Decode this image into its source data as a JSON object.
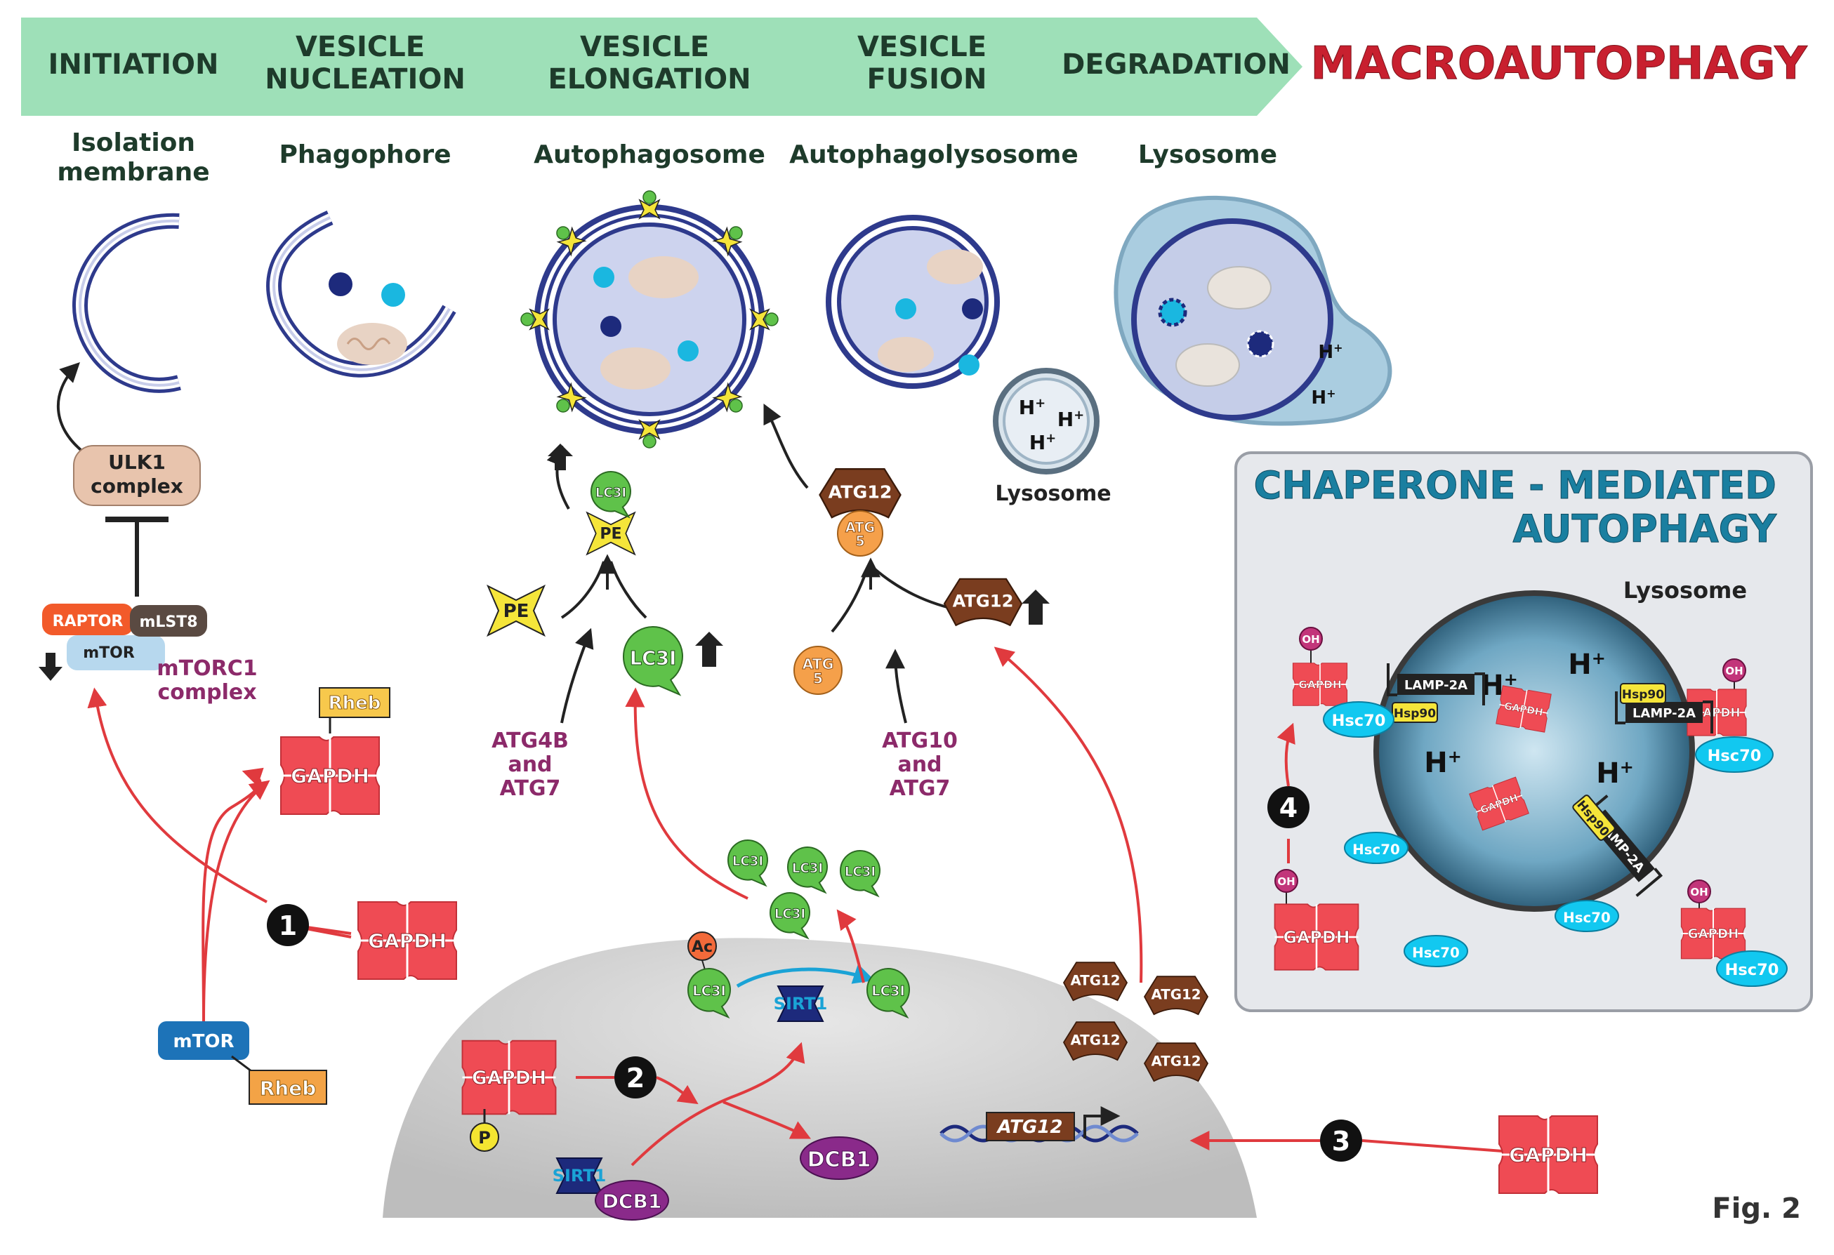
{
  "banner": {
    "stages": [
      "INITIATION",
      "VESICLE\nNUCLEATION",
      "VESICLE\nELONGATION",
      "VESICLE\nFUSION",
      "DEGRADATION"
    ],
    "title": "MACROAUTOPHAGY",
    "color": "#9ee0b8",
    "title_color": "#c8202f"
  },
  "structures": {
    "isolation": "Isolation\nmembrane",
    "phagophore": "Phagophore",
    "autophagosome": "Autophagosome",
    "autophagolysosome": "Autophagolysosome",
    "lysosome": "Lysosome",
    "small_lysosome": "Lysosome",
    "proton": "H"
  },
  "mtor_pathway": {
    "ulk1": "ULK1\ncomplex",
    "raptor": "RAPTOR",
    "mlst8": "mLST8",
    "mtor": "mTOR",
    "mtorc1": "mTORC1\ncomplex",
    "rheb": "Rheb",
    "gapdh": "GAPDH",
    "free_mtor": "mTOR",
    "free_rheb": "Rheb"
  },
  "elongation": {
    "pe": "PE",
    "lc3i": "LC3I",
    "atg4b_atg7": "ATG4B\nand\nATG7",
    "atg12": "ATG12",
    "atg5": "ATG5",
    "atg10_atg7": "ATG10\nand\nATG7"
  },
  "nucleus": {
    "gapdh": "GAPDH",
    "p": "P",
    "ac": "Ac",
    "sirt1": "SIRT1",
    "dcb1": "DCB1",
    "atg12_gene": "ATG12",
    "lc3i": "LC3I",
    "atg12": "ATG12",
    "gapdh_right": "GAPDH"
  },
  "steps": [
    "1",
    "2",
    "3",
    "4"
  ],
  "cma": {
    "title": "CHAPERONE - MEDIATED\nAUTOPHAGY",
    "lysosome": "Lysosome",
    "gapdh": "GAPDH",
    "oh": "OH",
    "hsc70": "Hsc70",
    "hsp90": "Hsp90",
    "lamp": "LAMP-2A",
    "proton": "H",
    "title_color": "#1a7fa0"
  },
  "figure_label": "Fig. 2",
  "colors": {
    "arrow": "#e03a3e",
    "gapdh": "#ef4b54",
    "lc3": "#5fc24a",
    "atg12": "#7a3d1f",
    "atg5": "#f5a04a",
    "membrane": "#2e3a8c",
    "purple_text": "#8c2a6a"
  }
}
